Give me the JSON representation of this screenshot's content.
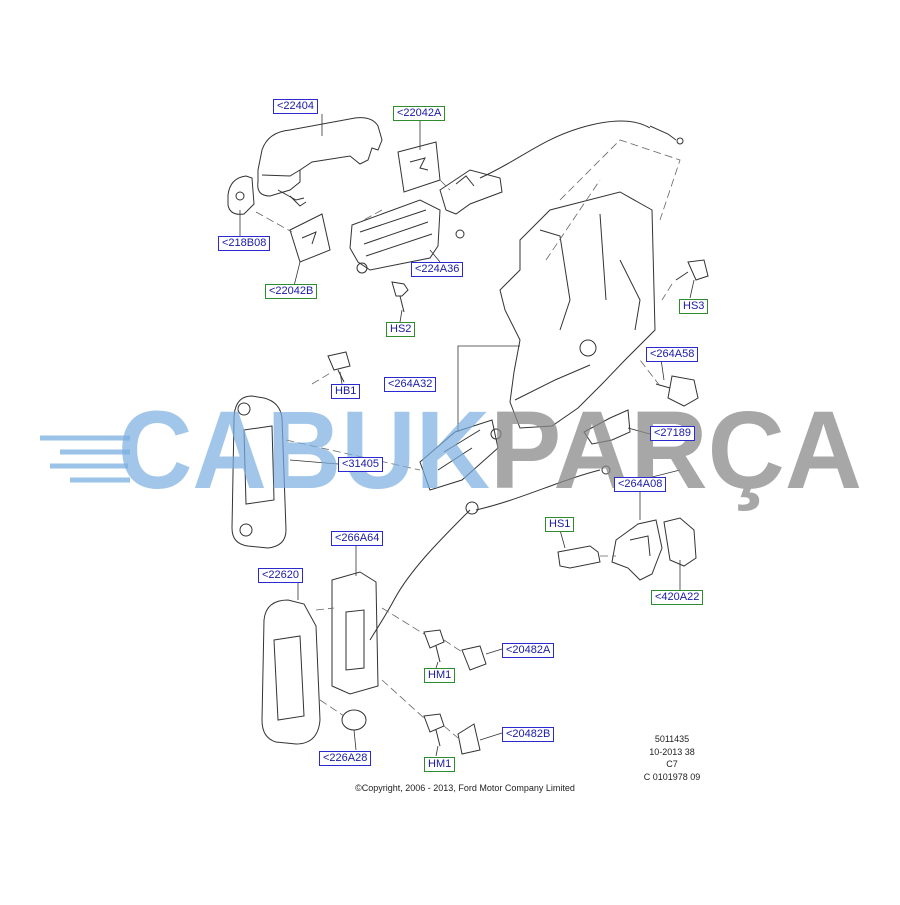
{
  "watermark": {
    "left": "CABUK",
    "right": "PARÇA",
    "color_left": "#7aaee0",
    "color_right": "#8a8a8a"
  },
  "colors": {
    "label_border_blue": "#2a2ad0",
    "label_border_green": "#2e8b2e",
    "label_text": "#1a1aa6",
    "line": "#333333"
  },
  "labels": {
    "l22404": "<22404",
    "l22042A": "<22042A",
    "l218B08": "<218B08",
    "l22042B": "<22042B",
    "l224A36": "<224A36",
    "lHS2": "HS2",
    "lHS3": "HS3",
    "l264A58": "<264A58",
    "l264A32": "<264A32",
    "lHB1": "HB1",
    "l31405": "<31405",
    "l27189": "<27189",
    "l264A08": "<264A08",
    "lHS1": "HS1",
    "l266A64": "<266A64",
    "l420A22": "<420A22",
    "l22620": "<22620",
    "l20482A": "<20482A",
    "lHM1a": "HM1",
    "l20482B": "<20482B",
    "l226A28": "<226A28",
    "lHM1b": "HM1"
  },
  "meta": {
    "line1": "5011435",
    "line2": "10-2013 38",
    "line3": "C7",
    "line4": "C 0101978 09"
  },
  "copyright": "©Copyright, 2006 - 2013, Ford Motor Company Limited"
}
